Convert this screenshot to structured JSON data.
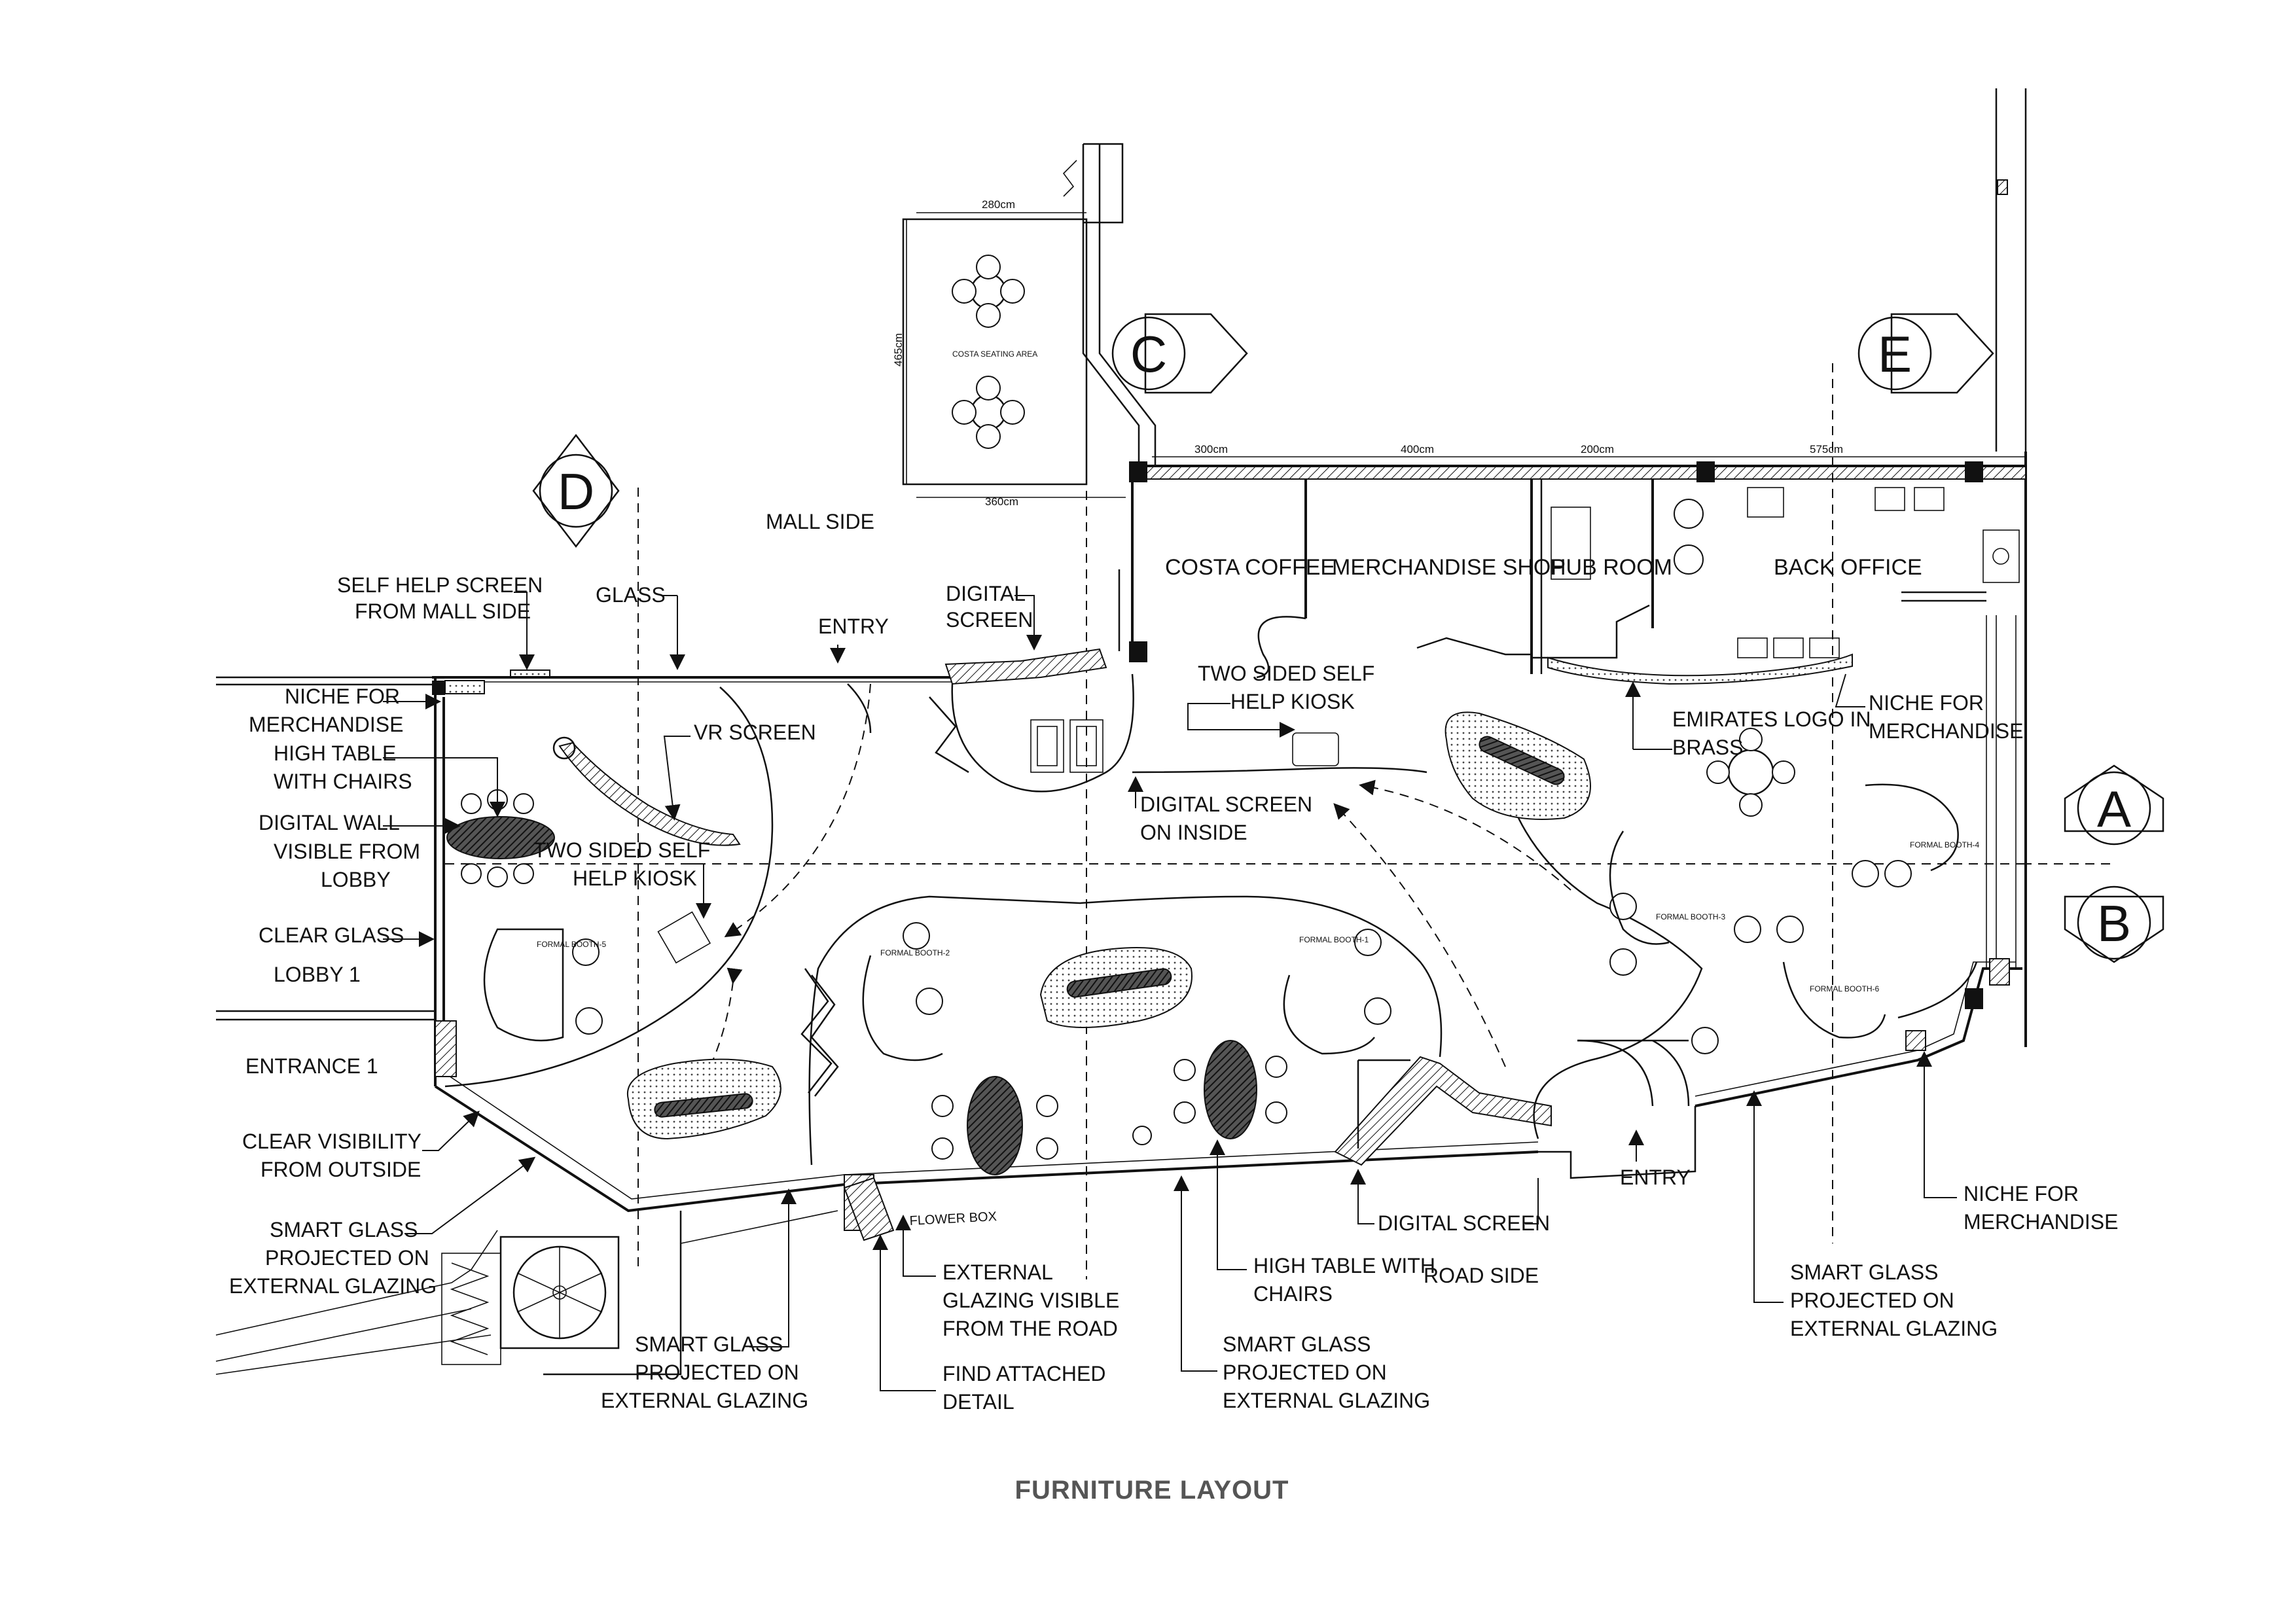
{
  "title": "FURNITURE LAYOUT",
  "section_markers": [
    "A",
    "B",
    "C",
    "D",
    "E"
  ],
  "rooms": {
    "costa_coffee": "COSTA COFFEE",
    "merchandise_shop": "MERCHANDISE SHOP",
    "hub_room": "HUB ROOM",
    "back_office": "BACK OFFICE",
    "costa_seating": "COSTA SEATING AREA"
  },
  "dimensions": {
    "d280": "280cm",
    "d465": "465cm",
    "d360": "360cm",
    "d300": "300cm",
    "d400": "400cm",
    "d200": "200cm",
    "d575": "575cm"
  },
  "booths": [
    "FORMAL BOOTH-1",
    "FORMAL BOOTH-2",
    "FORMAL BOOTH-3",
    "FORMAL BOOTH-4",
    "FORMAL BOOTH-5",
    "FORMAL BOOTH-6"
  ],
  "labels": {
    "mall_side": "MALL SIDE",
    "glass": "GLASS",
    "entry_top": "ENTRY",
    "entry_bottom": "ENTRY",
    "digital_screen_1": "DIGITAL",
    "digital_screen_2": "SCREEN",
    "self_help_1": "SELF HELP SCREEN",
    "self_help_2": "FROM MALL SIDE",
    "niche_l1": "NICHE FOR",
    "niche_l2": "MERCHANDISE",
    "high_table_l1": "HIGH TABLE",
    "high_table_l2": "WITH CHAIRS",
    "digital_wall_1": "DIGITAL WALL",
    "digital_wall_2": "VISIBLE FROM",
    "digital_wall_3": "LOBBY",
    "clear_glass": "CLEAR GLASS",
    "lobby": "LOBBY 1",
    "entrance": "ENTRANCE 1",
    "clear_vis_1": "CLEAR VISIBILITY",
    "clear_vis_2": "FROM OUTSIDE",
    "smart_l_1": "SMART GLASS",
    "smart_l_2": "PROJECTED ON",
    "smart_l_3": "EXTERNAL GLAZING",
    "vr_screen": "VR SCREEN",
    "kiosk_l_1": "TWO SIDED SELF",
    "kiosk_l_2": "HELP KIOSK",
    "kiosk_t_1": "TWO SIDED SELF",
    "kiosk_t_2": "HELP KIOSK",
    "dsi_1": "DIGITAL SCREEN",
    "dsi_2": "ON INSIDE",
    "emirates_1": "EMIRATES LOGO IN",
    "emirates_2": "BRASS",
    "niche_r1": "NICHE FOR",
    "niche_r2": "MERCHANDISE",
    "flower_box": "FLOWER BOX",
    "digital_screen_bottom": "DIGITAL SCREEN",
    "road_side": "ROAD SIDE",
    "ext_glaz_1": "EXTERNAL",
    "ext_glaz_2": "GLAZING VISIBLE",
    "ext_glaz_3": "FROM THE ROAD",
    "find_1": "FIND ATTACHED",
    "find_2": "DETAIL",
    "smart_b1_1": "SMART GLASS",
    "smart_b1_2": "PROJECTED ON",
    "smart_b1_3": "EXTERNAL GLAZING",
    "smart_b2_1": "SMART GLASS",
    "smart_b2_2": "PROJECTED ON",
    "smart_b2_3": "EXTERNAL GLAZING",
    "hightable_b_1": "HIGH TABLE WITH",
    "hightable_b_2": "CHAIRS",
    "smart_r_1": "SMART GLASS",
    "smart_r_2": "PROJECTED ON",
    "smart_r_3": "EXTERNAL GLAZING",
    "niche_br1": "NICHE FOR",
    "niche_br2": "MERCHANDISE"
  }
}
